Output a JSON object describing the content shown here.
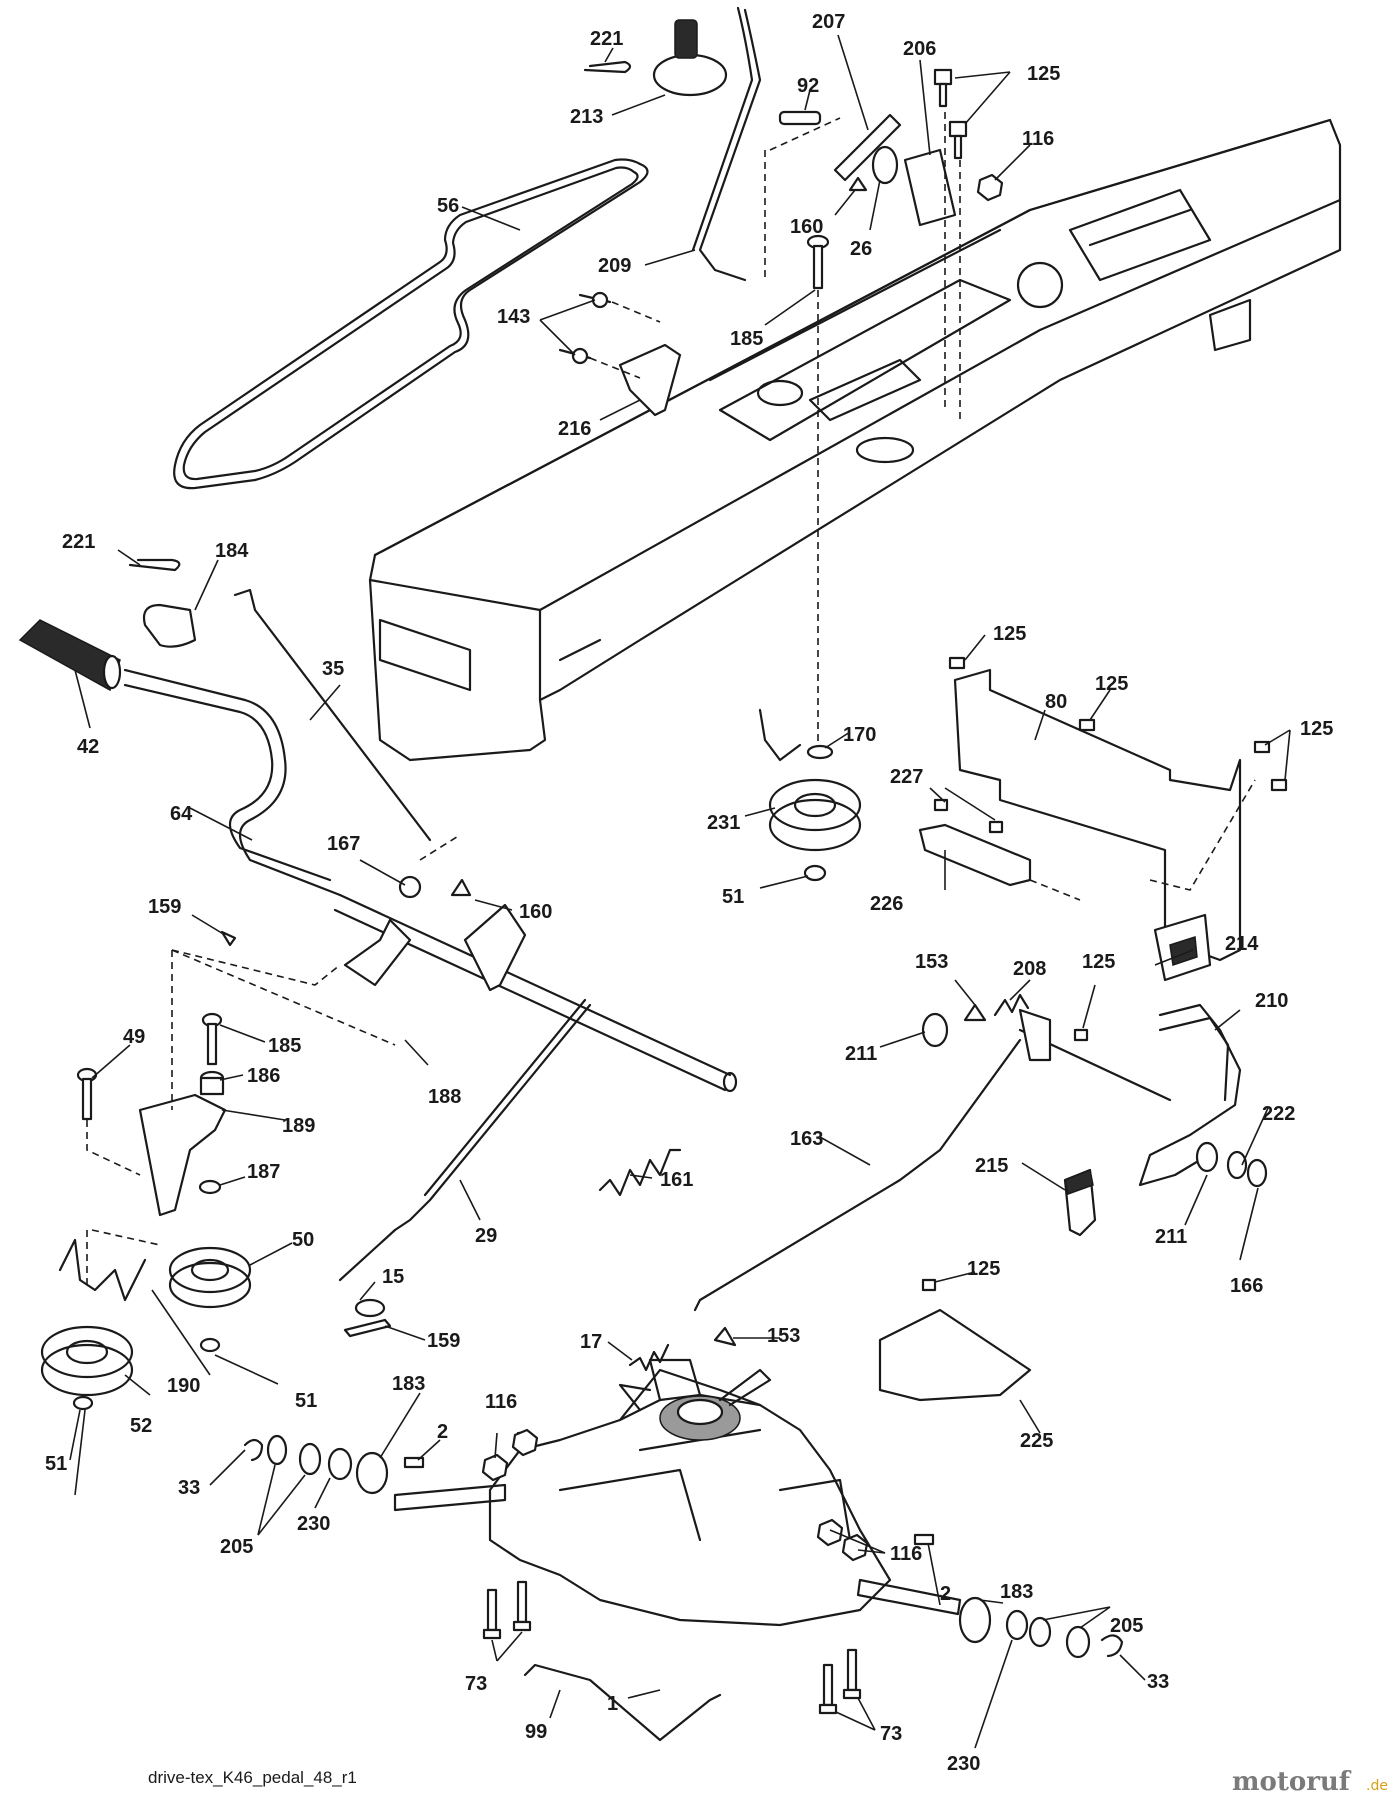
{
  "drawing_id": "drive-tex_K46_pedal_48_r1",
  "watermark": {
    "brand": "motoruf",
    "suffix": ".de",
    "brand_color": "#7a7a7a",
    "accent_color": "#d4a017"
  },
  "callouts": [
    {
      "id": "c221a",
      "label": "221"
    },
    {
      "id": "c213",
      "label": "213"
    },
    {
      "id": "c207",
      "label": "207"
    },
    {
      "id": "c92",
      "label": "92"
    },
    {
      "id": "c206",
      "label": "206"
    },
    {
      "id": "c125a",
      "label": "125"
    },
    {
      "id": "c116a",
      "label": "116"
    },
    {
      "id": "c56",
      "label": "56"
    },
    {
      "id": "c160a",
      "label": "160"
    },
    {
      "id": "c26",
      "label": "26"
    },
    {
      "id": "c209",
      "label": "209"
    },
    {
      "id": "c143",
      "label": "143"
    },
    {
      "id": "c185a",
      "label": "185"
    },
    {
      "id": "c216",
      "label": "216"
    },
    {
      "id": "c221b",
      "label": "221"
    },
    {
      "id": "c184",
      "label": "184"
    },
    {
      "id": "c35",
      "label": "35"
    },
    {
      "id": "c42",
      "label": "42"
    },
    {
      "id": "c125b",
      "label": "125"
    },
    {
      "id": "c80",
      "label": "80"
    },
    {
      "id": "c125c",
      "label": "125"
    },
    {
      "id": "c125d",
      "label": "125"
    },
    {
      "id": "c170",
      "label": "170"
    },
    {
      "id": "c227",
      "label": "227"
    },
    {
      "id": "c231",
      "label": "231"
    },
    {
      "id": "c64",
      "label": "64"
    },
    {
      "id": "c167",
      "label": "167"
    },
    {
      "id": "c51a",
      "label": "51"
    },
    {
      "id": "c226",
      "label": "226"
    },
    {
      "id": "c159a",
      "label": "159"
    },
    {
      "id": "c160b",
      "label": "160"
    },
    {
      "id": "c214",
      "label": "214"
    },
    {
      "id": "c153a",
      "label": "153"
    },
    {
      "id": "c208",
      "label": "208"
    },
    {
      "id": "c125e",
      "label": "125"
    },
    {
      "id": "c210",
      "label": "210"
    },
    {
      "id": "c49",
      "label": "49"
    },
    {
      "id": "c185b",
      "label": "185"
    },
    {
      "id": "c211a",
      "label": "211"
    },
    {
      "id": "c186",
      "label": "186"
    },
    {
      "id": "c188",
      "label": "188"
    },
    {
      "id": "c189",
      "label": "189"
    },
    {
      "id": "c163",
      "label": "163"
    },
    {
      "id": "c222",
      "label": "222"
    },
    {
      "id": "c187",
      "label": "187"
    },
    {
      "id": "c161",
      "label": "161"
    },
    {
      "id": "c215",
      "label": "215"
    },
    {
      "id": "c50",
      "label": "50"
    },
    {
      "id": "c29",
      "label": "29"
    },
    {
      "id": "c211b",
      "label": "211"
    },
    {
      "id": "c166",
      "label": "166"
    },
    {
      "id": "c15",
      "label": "15"
    },
    {
      "id": "c125f",
      "label": "125"
    },
    {
      "id": "c159b",
      "label": "159"
    },
    {
      "id": "c17",
      "label": "17"
    },
    {
      "id": "c153b",
      "label": "153"
    },
    {
      "id": "c190",
      "label": "190"
    },
    {
      "id": "c51b",
      "label": "51"
    },
    {
      "id": "c52",
      "label": "52"
    },
    {
      "id": "c183a",
      "label": "183"
    },
    {
      "id": "c116b",
      "label": "116"
    },
    {
      "id": "c225",
      "label": "225"
    },
    {
      "id": "c51c",
      "label": "51"
    },
    {
      "id": "c2a",
      "label": "2"
    },
    {
      "id": "c33a",
      "label": "33"
    },
    {
      "id": "c230a",
      "label": "230"
    },
    {
      "id": "c205a",
      "label": "205"
    },
    {
      "id": "c116c",
      "label": "116"
    },
    {
      "id": "c183b",
      "label": "183"
    },
    {
      "id": "c2b",
      "label": "2"
    },
    {
      "id": "c205b",
      "label": "205"
    },
    {
      "id": "c1",
      "label": "1"
    },
    {
      "id": "c73a",
      "label": "73"
    },
    {
      "id": "c33b",
      "label": "33"
    },
    {
      "id": "c99",
      "label": "99"
    },
    {
      "id": "c73b",
      "label": "73"
    },
    {
      "id": "c230b",
      "label": "230"
    }
  ]
}
